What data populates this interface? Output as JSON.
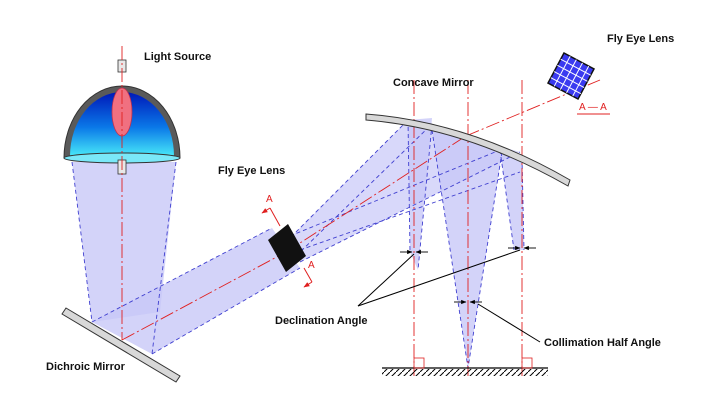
{
  "labels": {
    "light_source": "Light Source",
    "fly_eye_lens_top": "Fly Eye Lens",
    "concave_mirror": "Concave Mirror",
    "fly_eye_lens_mid": "Fly Eye Lens",
    "declination_angle": "Declination Angle",
    "collimation_half_angle": "Collimation Half Angle",
    "dichroic_mirror": "Dichroic Mirror"
  },
  "section_marks": {
    "marker_upper": "A",
    "marker_lower": "A",
    "section_view": "A — A"
  },
  "colors": {
    "beam_fill": "#c8c8f8",
    "beam_dash": "#4040d0",
    "optical_axis": "#e02020",
    "mirror_fill": "#d8d8d8",
    "lamp_bulb": "#f07080",
    "reflector_dark": "#606060",
    "gradient_top": "#0020c0",
    "gradient_bottom": "#40e0f8"
  }
}
